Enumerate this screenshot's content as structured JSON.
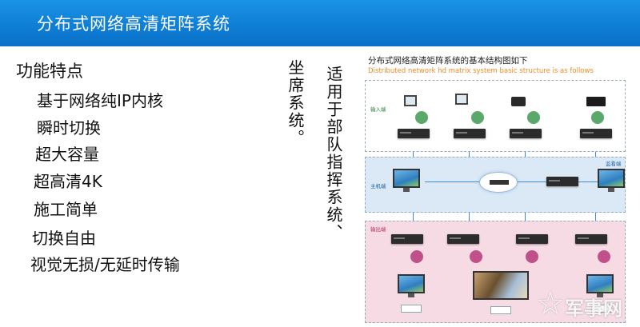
{
  "header": {
    "title": "分布式网络高清矩阵系统"
  },
  "features": {
    "title": "功能特点",
    "items": [
      "基于网络纯IP内核",
      "瞬时切换",
      "超大容量",
      "超高清4K",
      "施工简单",
      "切换自由",
      "视觉无损/无延时传输"
    ]
  },
  "vertical_text": {
    "left": "坐席系统。",
    "right": "适用于部队指挥系统、"
  },
  "diagram": {
    "title": "分布式网络高清矩阵系统的基本结构图如下",
    "subtitle": "Distributed network hd matrix system basic structure is as follows",
    "zones": {
      "input": "输入端",
      "host": "主机端",
      "output": "输出端",
      "monitor_room": "监看端"
    },
    "colors": {
      "input_zone": "#ffffff",
      "host_zone": "#dbe9f7",
      "output_zone": "#f7dbe4",
      "accent": "#0f7fd6",
      "subtitle": "#f08a24"
    }
  },
  "watermark": {
    "icon": "star-logo-icon",
    "text": "军事网"
  }
}
